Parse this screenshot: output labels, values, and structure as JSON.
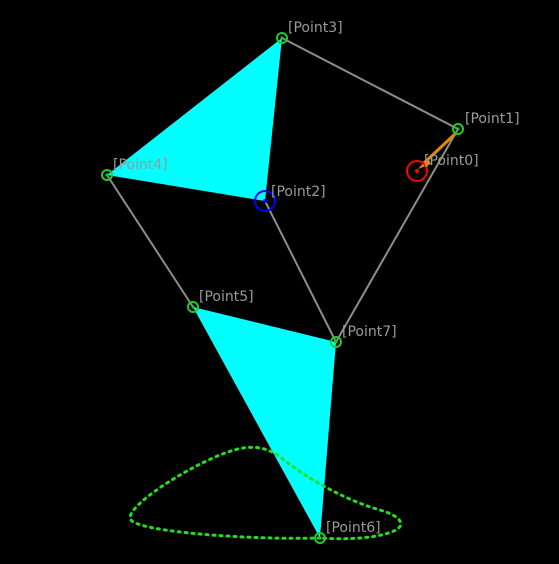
{
  "colors": {
    "background": "#000000",
    "triangle_fill": "#00ffff",
    "edge": "#8c8c8c",
    "point_marker": "#22cc22",
    "trajectory": "#22dd22",
    "point0_marker": "#ff0000",
    "point2_marker": "#0000ff",
    "arrow": "#e08a00"
  },
  "points": {
    "point0": "[Point0]",
    "point1": "[Point1]",
    "point2": "[Point2]",
    "point3": "[Point3]",
    "point4": "[Point4]",
    "point5": "[Point5]",
    "point6": "[Point6]",
    "point7": "[Point7]"
  }
}
